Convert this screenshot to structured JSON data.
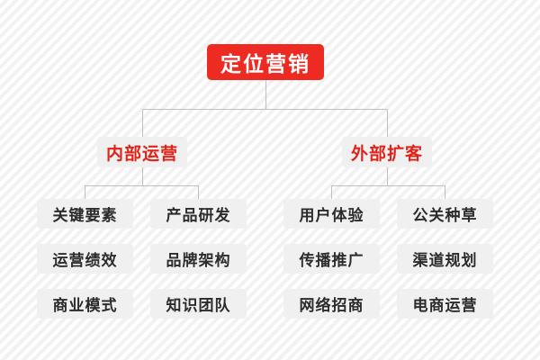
{
  "diagram": {
    "type": "tree",
    "root": {
      "label": "定位营销"
    },
    "branches": [
      {
        "label": "内部运营"
      },
      {
        "label": "外部扩客"
      }
    ],
    "leaves": {
      "internal_col1": [
        "关键要素",
        "运营绩效",
        "商业模式"
      ],
      "internal_col2": [
        "产品研发",
        "品牌架构",
        "知识团队"
      ],
      "external_col1": [
        "用户体验",
        "传播推广",
        "网络招商"
      ],
      "external_col2": [
        "公关种草",
        "渠道规划",
        "电商运营"
      ]
    },
    "colors": {
      "root_background": "#ed2b22",
      "root_text": "#ffffff",
      "branch_background": "#f0f0f0",
      "branch_text": "#e02219",
      "leaf_background": "#f0f0f0",
      "leaf_text": "#2b2b2b",
      "connector": "#bfbfbf",
      "page_background": "#ffffff",
      "stripe": "#f2f2f2"
    }
  }
}
